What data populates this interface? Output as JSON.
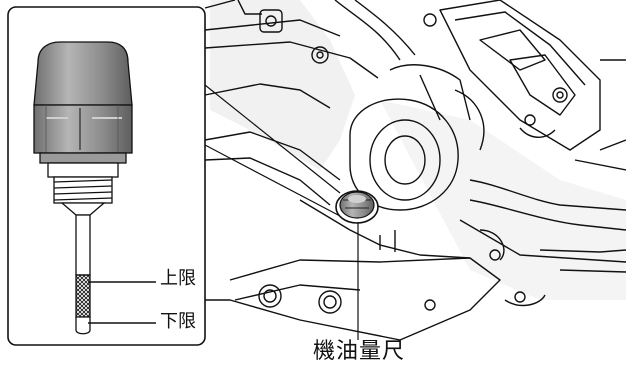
{
  "labels": {
    "upper_limit": "上限",
    "lower_limit": "下限",
    "dipstick": "機油量尺"
  },
  "colors": {
    "line": "#111111",
    "cap": "#8a8a8a",
    "cap_light": "#b9b9b9",
    "shadow": "#d6d6d6",
    "background": "#ffffff"
  }
}
